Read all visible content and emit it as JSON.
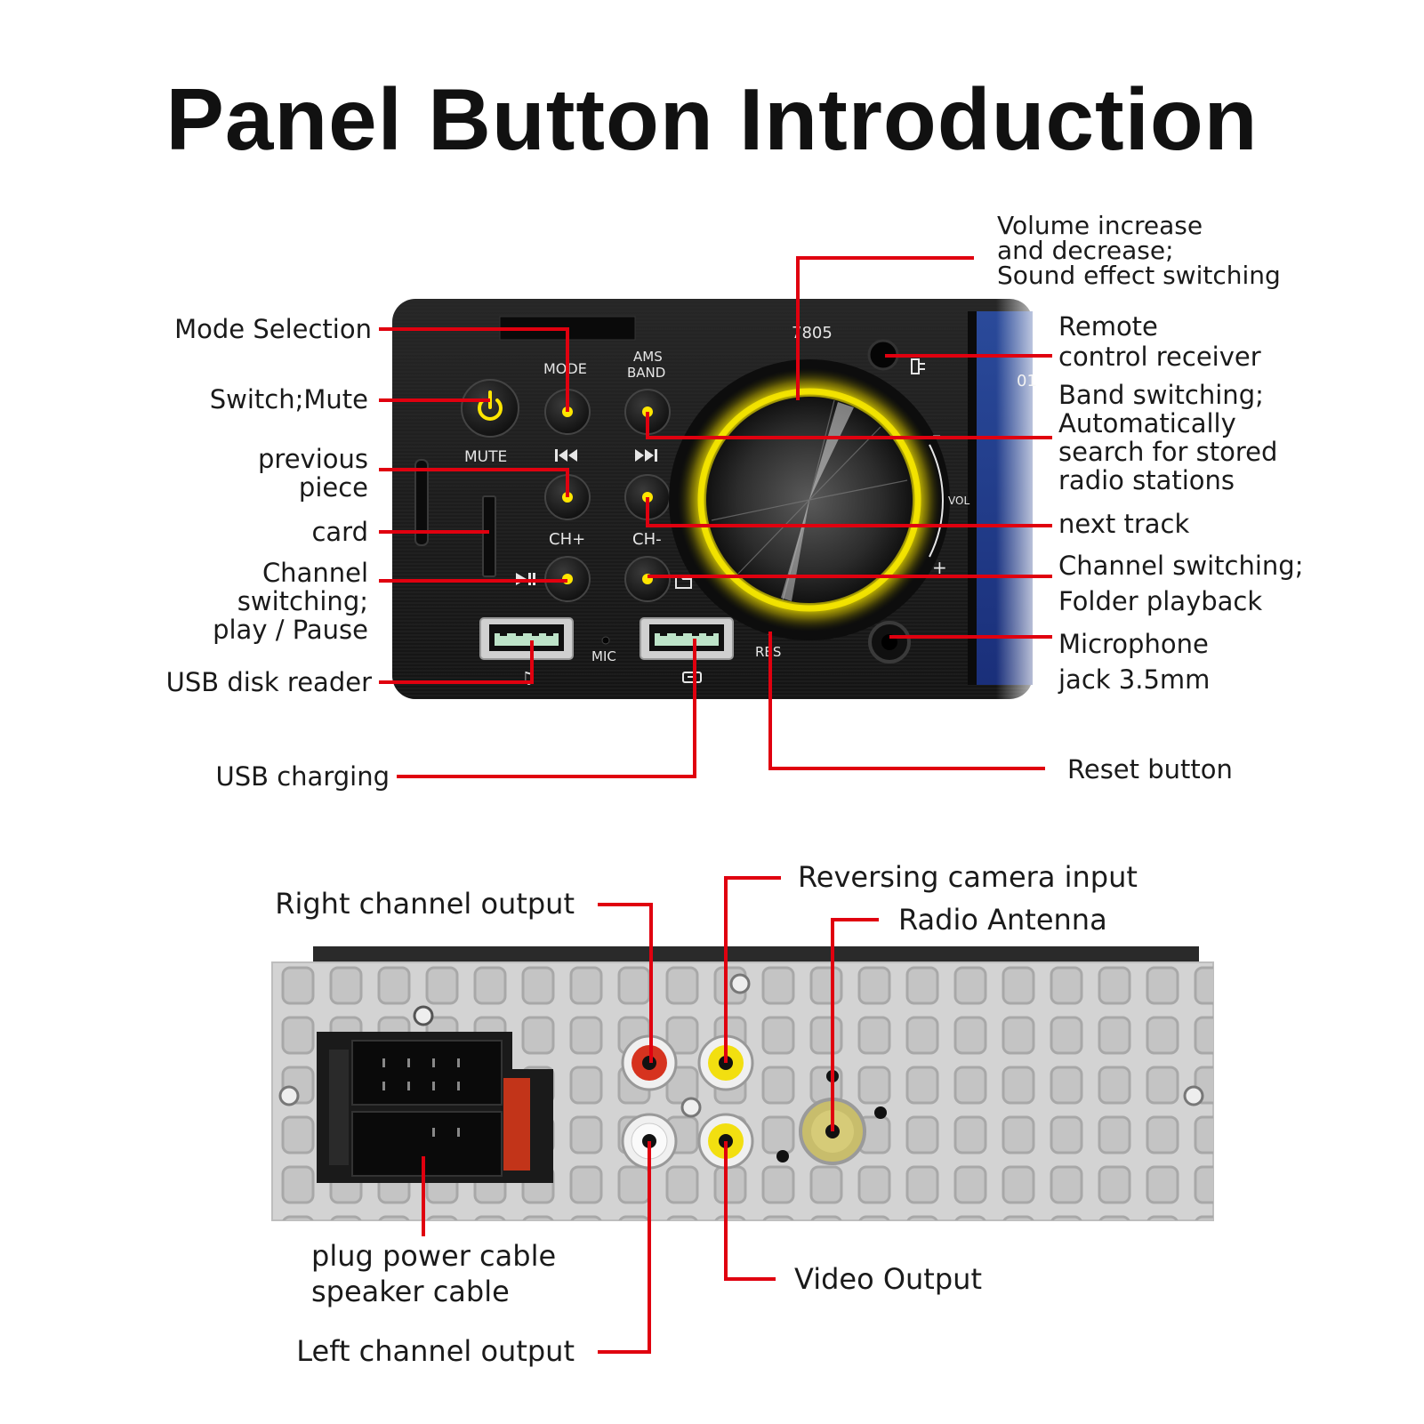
{
  "title": "Panel Button Introduction",
  "front_panel": {
    "model": "7805",
    "display_snippet": "01",
    "buttons": {
      "mode": "MODE",
      "ams_band": [
        "AMS",
        "BAND"
      ],
      "mute": "MUTE",
      "ch_plus": "CH+",
      "ch_minus": "CH-",
      "mic": "MIC",
      "res": "RES",
      "vol": "VOL",
      "vol_minus": "–",
      "vol_plus": "+"
    },
    "labels_left": {
      "mode_selection": "Mode Selection",
      "switch_mute": "Switch;Mute",
      "previous_piece": [
        "previous",
        "piece"
      ],
      "card": "card",
      "channel_switching": [
        "Channel",
        "switching;",
        "play / Pause"
      ],
      "usb_disk_reader": "USB disk reader",
      "usb_charging": "USB charging"
    },
    "labels_right": {
      "volume": [
        "Volume increase",
        "and decrease;",
        "Sound effect switching"
      ],
      "remote": [
        "Remote",
        "control receiver"
      ],
      "band": [
        "Band switching;",
        "Automatically",
        "search for stored",
        "radio stations"
      ],
      "next_track": "next track",
      "channel_folder": [
        "Channel switching;",
        "Folder playback"
      ],
      "microphone": [
        "Microphone",
        "jack 3.5mm"
      ],
      "reset": "Reset button"
    }
  },
  "back_panel": {
    "labels": {
      "right_channel": "Right channel output",
      "reversing_camera": "Reversing camera input",
      "radio_antenna": "Radio Antenna",
      "power_cable": [
        "plug power cable",
        "speaker cable"
      ],
      "video_output": "Video Output",
      "left_channel": "Left channel output"
    }
  },
  "colors": {
    "leader_line": "#e0000f",
    "button_dot": "#ffe600",
    "knob_glow": "#f5e600",
    "panel": "#1c1c1c",
    "rca_red": "#d6331f",
    "rca_yellow": "#f2df10",
    "chassis": "#cfcfcf"
  }
}
